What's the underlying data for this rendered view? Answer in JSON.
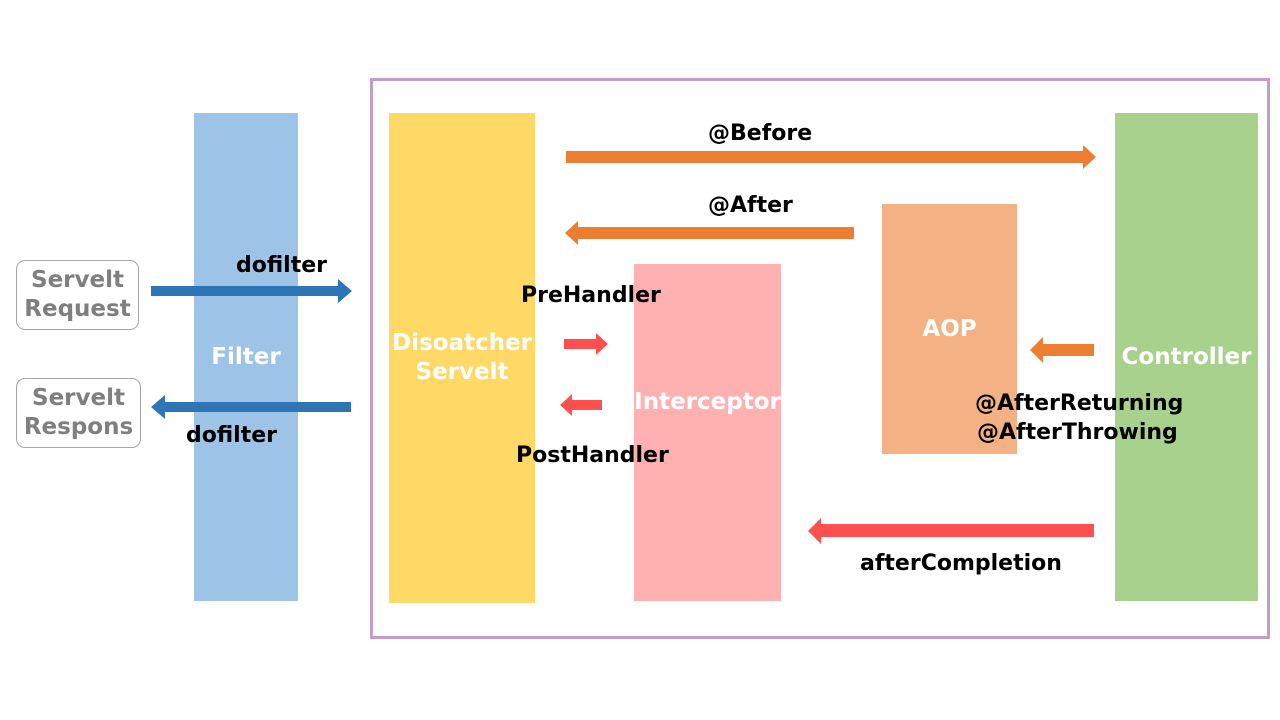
{
  "boxes": {
    "request": "Servelt\nRequest",
    "response": "Servelt\nRespons"
  },
  "blocks": {
    "filter": "Filter",
    "dispatcher": "Disoatcher\nServelt",
    "interceptor": "Interceptor",
    "aop": "AOP",
    "controller": "Controller"
  },
  "labels": {
    "dofilter_in": "dofilter",
    "dofilter_out": "dofilter",
    "before": "@Before",
    "after": "@After",
    "prehandler": "PreHandler",
    "posthandler": "PostHandler",
    "after_returning": "@AfterReturning",
    "after_throwing": "@AfterThrowing",
    "after_completion": "afterCompletion"
  },
  "colors": {
    "filter": "#9dc3e6",
    "dispatcher": "#ffd966",
    "interceptor": "#ffb1b1",
    "aop": "#f4b183",
    "controller": "#a9d18e",
    "container_border": "#c49bcb",
    "arrow_blue": "#2e75b6",
    "arrow_orange": "#ed7d31",
    "arrow_red": "#ff4f4f"
  }
}
